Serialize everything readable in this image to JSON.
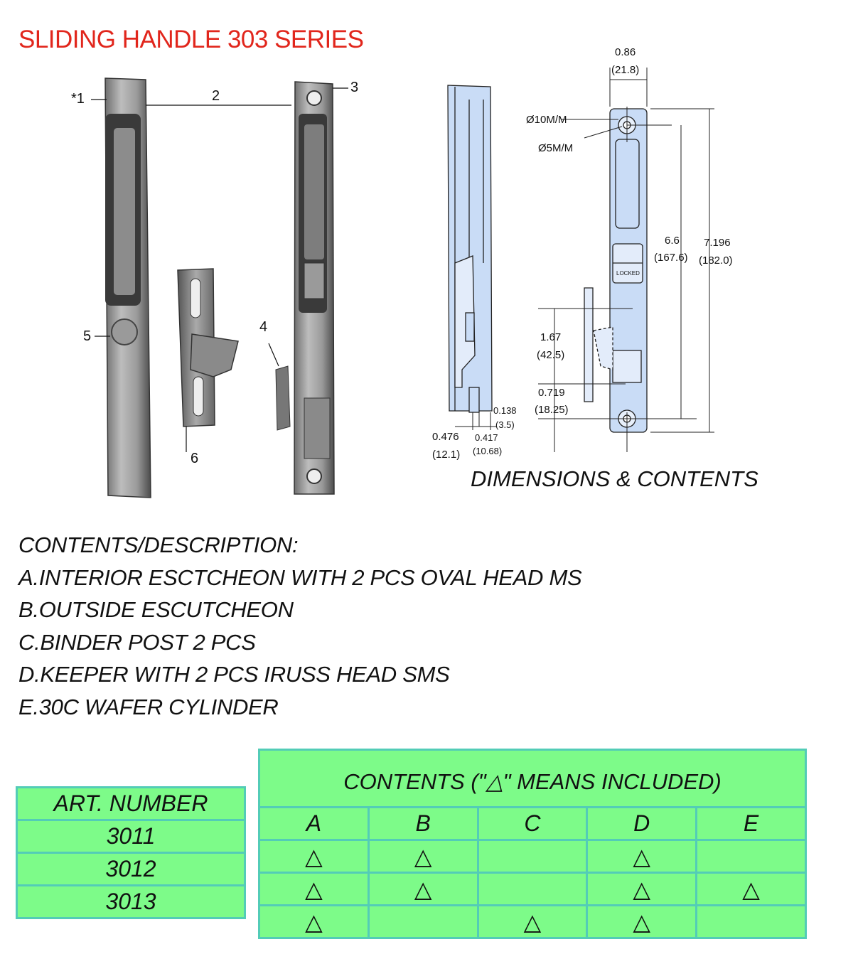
{
  "title": "SLIDING HANDLE 303 SERIES",
  "product_callouts": {
    "c1": "*1",
    "c2": "2",
    "c3": "3",
    "c4": "4",
    "c5": "5",
    "c6": "6"
  },
  "dimensions": {
    "width_in": "0.86",
    "width_mm": "(21.8)",
    "hole_large": "Ø10M/M",
    "hole_small": "Ø5M/M",
    "hole_spacing_in": "6.6",
    "hole_spacing_mm": "(167.6)",
    "overall_in": "7.196",
    "overall_mm": "(182.0)",
    "keeper_in": "1.67",
    "keeper_mm": "(42.5)",
    "bottom_in": "0.719",
    "bottom_mm": "(18.25)",
    "side_a_in": "0.138",
    "side_a_mm": "(3.5)",
    "side_b_in": "0.476",
    "side_b_mm": "(12.1)",
    "side_c_in": "0.417",
    "side_c_mm": "(10.68)",
    "locked_label": "LOCKED"
  },
  "dimensions_heading": "DIMENSIONS & CONTENTS",
  "contents_list": [
    "CONTENTS/DESCRIPTION:",
    "A.INTERIOR ESCTCHEON WITH 2 PCS OVAL HEAD MS",
    "B.OUTSIDE ESCUTCHEON",
    "C.BINDER POST 2 PCS",
    "D.KEEPER WITH 2 PCS IRUSS HEAD SMS",
    "E.30C WAFER CYLINDER"
  ],
  "table": {
    "art_header": "ART. NUMBER",
    "contents_header": "CONTENTS (\"△\" MEANS INCLUDED)",
    "columns": [
      "A",
      "B",
      "C",
      "D",
      "E"
    ],
    "mark": "△",
    "rows": [
      {
        "art": "3011",
        "cells": [
          "△",
          "△",
          "",
          "△",
          ""
        ]
      },
      {
        "art": "3012",
        "cells": [
          "△",
          "△",
          "",
          "△",
          "△"
        ]
      },
      {
        "art": "3013",
        "cells": [
          "△",
          "",
          "△",
          "△",
          ""
        ]
      }
    ]
  },
  "colors": {
    "title": "#e1261c",
    "table_fill": "#7dfb89",
    "table_border": "#53ccb7",
    "drawing_fill": "#c9dcf6"
  }
}
